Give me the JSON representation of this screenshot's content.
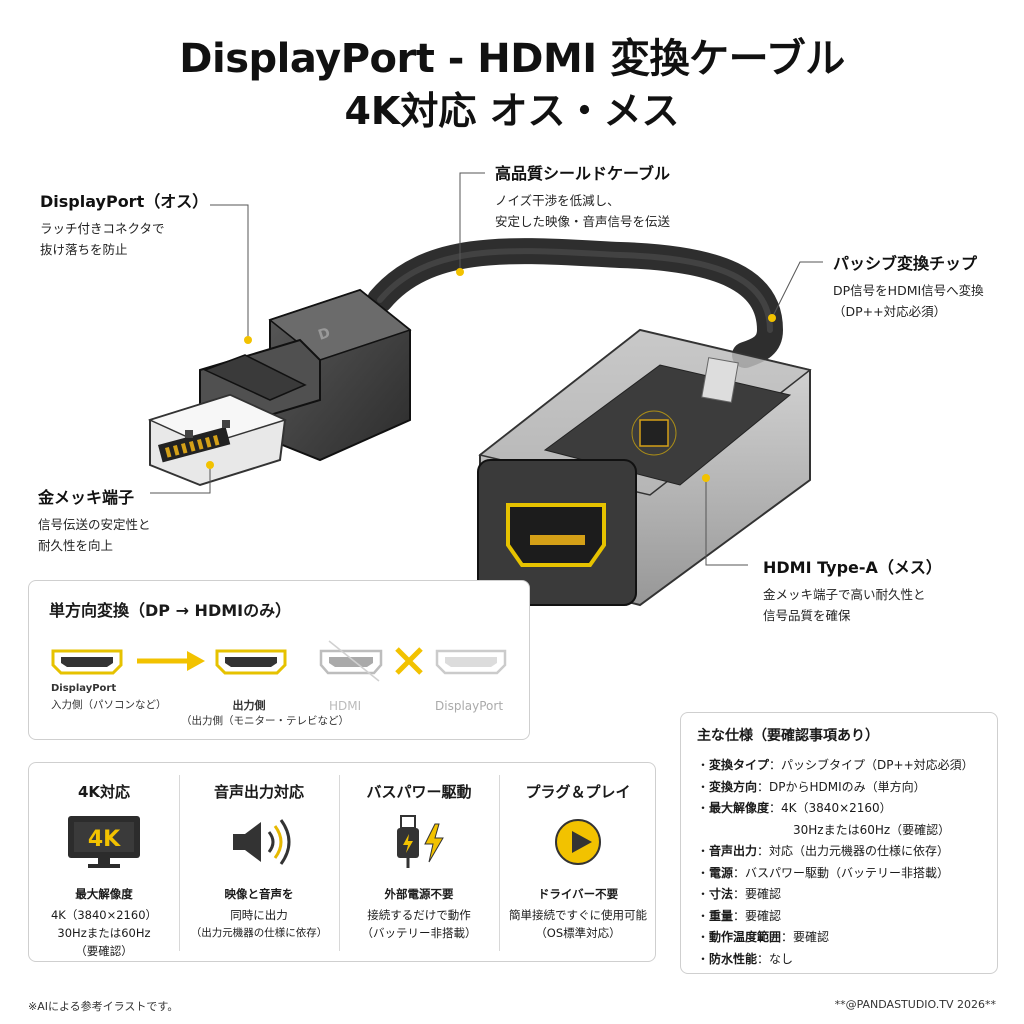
{
  "title": {
    "line1": "DisplayPort - HDMI 変換ケーブル",
    "line2": "4K対応 オス・メス"
  },
  "callouts": {
    "dp_male": {
      "title": "DisplayPort（オス）",
      "desc1": "ラッチ付きコネクタで",
      "desc2": "抜け落ちを防止"
    },
    "shield": {
      "title": "高品質シールドケーブル",
      "desc1": "ノイズ干渉を低減し、",
      "desc2": "安定した映像・音声信号を伝送"
    },
    "chip": {
      "title": "パッシブ変換チップ",
      "desc1": "DP信号をHDMI信号へ変換",
      "desc2": "（DP++対応必須）"
    },
    "gold": {
      "title": "金メッキ端子",
      "desc1": "信号伝送の安定性と",
      "desc2": "耐久性を向上"
    },
    "hdmi_female": {
      "title": "HDMI Type-A（メス）",
      "desc1": "金メッキ端子で高い耐久性と",
      "desc2": "信号品質を確保"
    }
  },
  "direction": {
    "title": "単方向変換（DP → HDMIのみ）",
    "input_top": "DisplayPort",
    "input_label": "入力側（パソコンなど）",
    "output_top": "出力側",
    "output_label": "（出力側（モニター・テレビなど）",
    "reverse_from": "HDMI",
    "reverse_to": "DisplayPort"
  },
  "features": [
    {
      "title": "4K対応",
      "icon_text": "4K",
      "sub": "最大解像度",
      "desc1": "4K（3840×2160）",
      "desc2": "30Hzまたは60Hz",
      "desc3": "（要確認）"
    },
    {
      "title": "音声出力対応",
      "sub": "映像と音声を",
      "desc1": "同時に出力",
      "desc2": "（出力元機器の仕様に依存）",
      "desc3": ""
    },
    {
      "title": "バスパワー駆動",
      "sub": "外部電源不要",
      "desc1": "接続するだけで動作",
      "desc2": "（バッテリー非搭載）",
      "desc3": ""
    },
    {
      "title": "プラグ＆プレイ",
      "sub": "ドライバー不要",
      "desc1": "簡単接続ですぐに使用可能",
      "desc2": "（OS標準対応）",
      "desc3": ""
    }
  ],
  "specs": {
    "title": "主な仕様（要確認事項あり）",
    "items": [
      {
        "key": "変換タイプ",
        "value": "：パッシブタイプ（DP++対応必須）"
      },
      {
        "key": "変換方向",
        "value": "：DPからHDMIのみ（単方向）"
      },
      {
        "key": "最大解像度",
        "value": "：4K（3840×2160）"
      },
      {
        "key": "",
        "value": "30Hzまたは60Hz（要確認）"
      },
      {
        "key": "音声出力",
        "value": "：対応（出力元機器の仕様に依存）"
      },
      {
        "key": "電源",
        "value": "：バスパワー駆動（バッテリー非搭載）"
      },
      {
        "key": "寸法",
        "value": "：要確認"
      },
      {
        "key": "重量",
        "value": "：要確認"
      },
      {
        "key": "動作温度範囲",
        "value": "：要確認"
      },
      {
        "key": "防水性能",
        "value": "：なし"
      }
    ]
  },
  "footer": {
    "left": "※AIによる参考イラストです。",
    "right": "**@PANDASTUDIO.TV 2026**"
  },
  "colors": {
    "accent": "#f2c200",
    "cable": "#3a3a3a",
    "gold": "#d4a017"
  }
}
